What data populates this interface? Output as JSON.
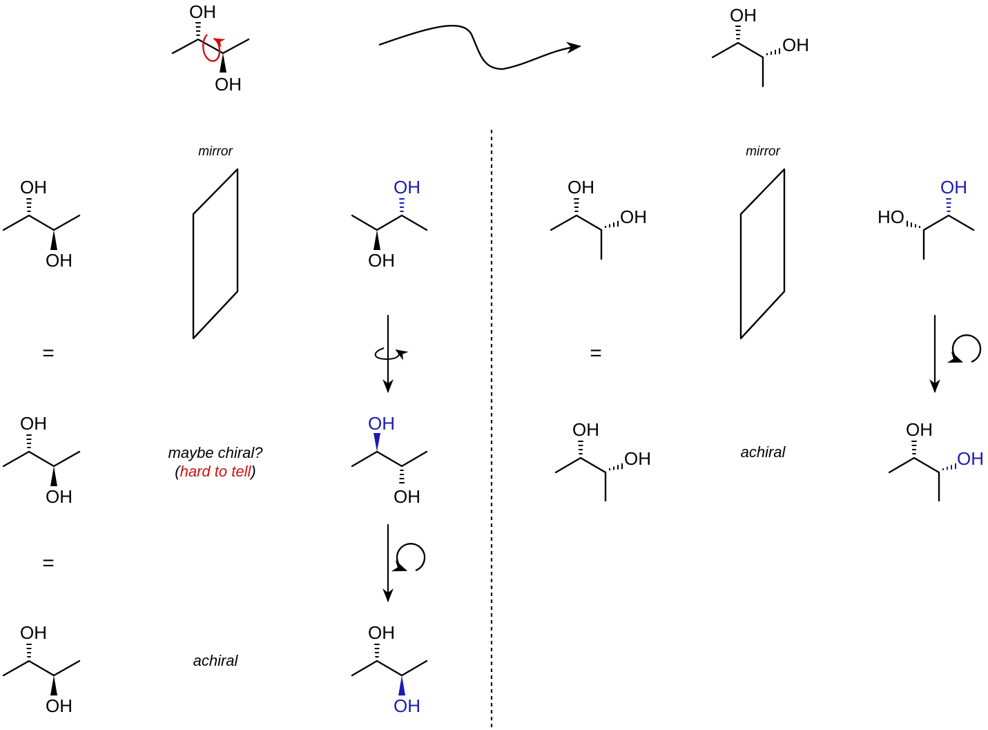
{
  "labels": {
    "oh": "OH",
    "ho": "HO",
    "mirror": "mirror",
    "equals": "=",
    "maybe_chiral": "maybe chiral?",
    "paren_open": "(",
    "hard_to_tell": "hard to tell",
    "paren_close": ")",
    "achiral": "achiral"
  },
  "colors": {
    "ink": "#000000",
    "highlight_blue": "#1a1ab3",
    "highlight_red": "#d01010"
  },
  "icons": {
    "rotate_arrow": "circular-arrow-icon",
    "flip_arrow": "axis-rotation-icon",
    "bond_rotation": "red-rotation-arrow-icon"
  }
}
